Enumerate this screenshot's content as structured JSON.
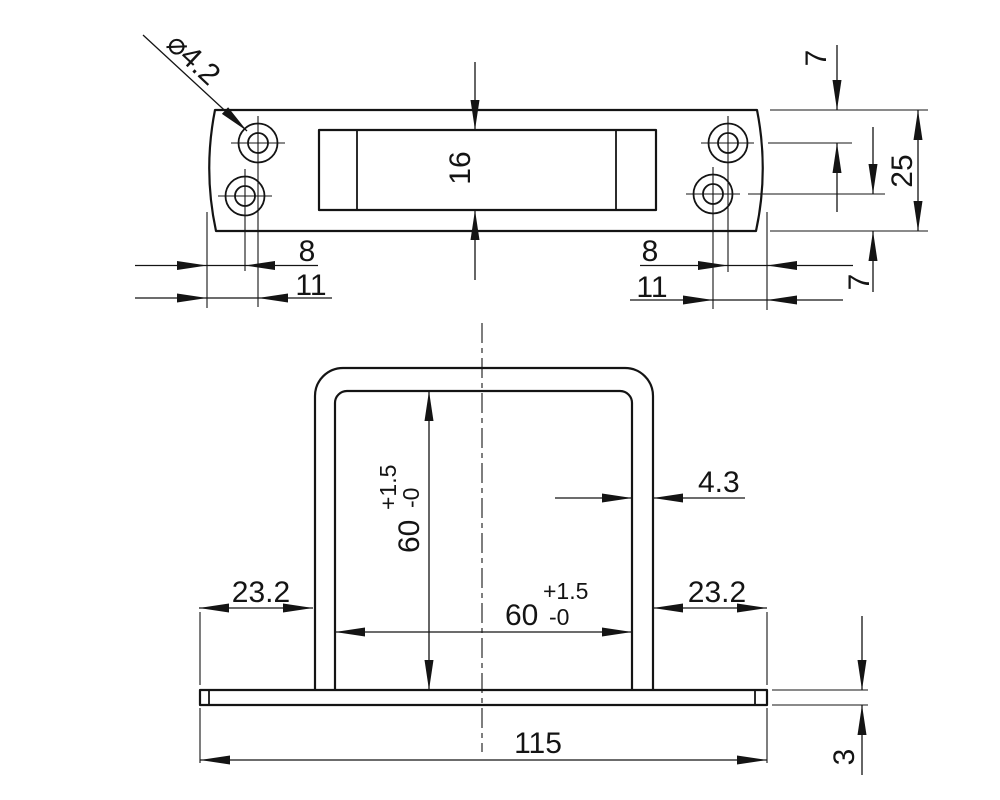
{
  "drawing": {
    "type": "technical-drawing",
    "colors": {
      "line": "#141414",
      "background": "#ffffff"
    },
    "top_view": {
      "description": "flat strike plate with slot and four countersunk holes",
      "labels": {
        "hole_diameter": "⌀4.2",
        "slot_width": "16",
        "top_edge_to_hole": "7",
        "plate_width": "25",
        "bottom_edge_to_hole": "7",
        "left_lower_hole_inset": "8",
        "left_upper_hole_inset": "11",
        "right_upper_hole_inset": "8",
        "right_lower_hole_inset": "11"
      }
    },
    "front_view": {
      "description": "U-shaped loop bracket on base plate",
      "labels": {
        "inner_height": "60",
        "inner_height_tol_upper": "+1.5",
        "inner_height_tol_lower": "-0",
        "wall_thickness": "4.3",
        "left_offset": "23.2",
        "inner_width": "60",
        "inner_width_tol_upper": "+1.5",
        "inner_width_tol_lower": "-0",
        "right_offset": "23.2",
        "overall_length": "115",
        "base_thickness": "3"
      }
    }
  }
}
